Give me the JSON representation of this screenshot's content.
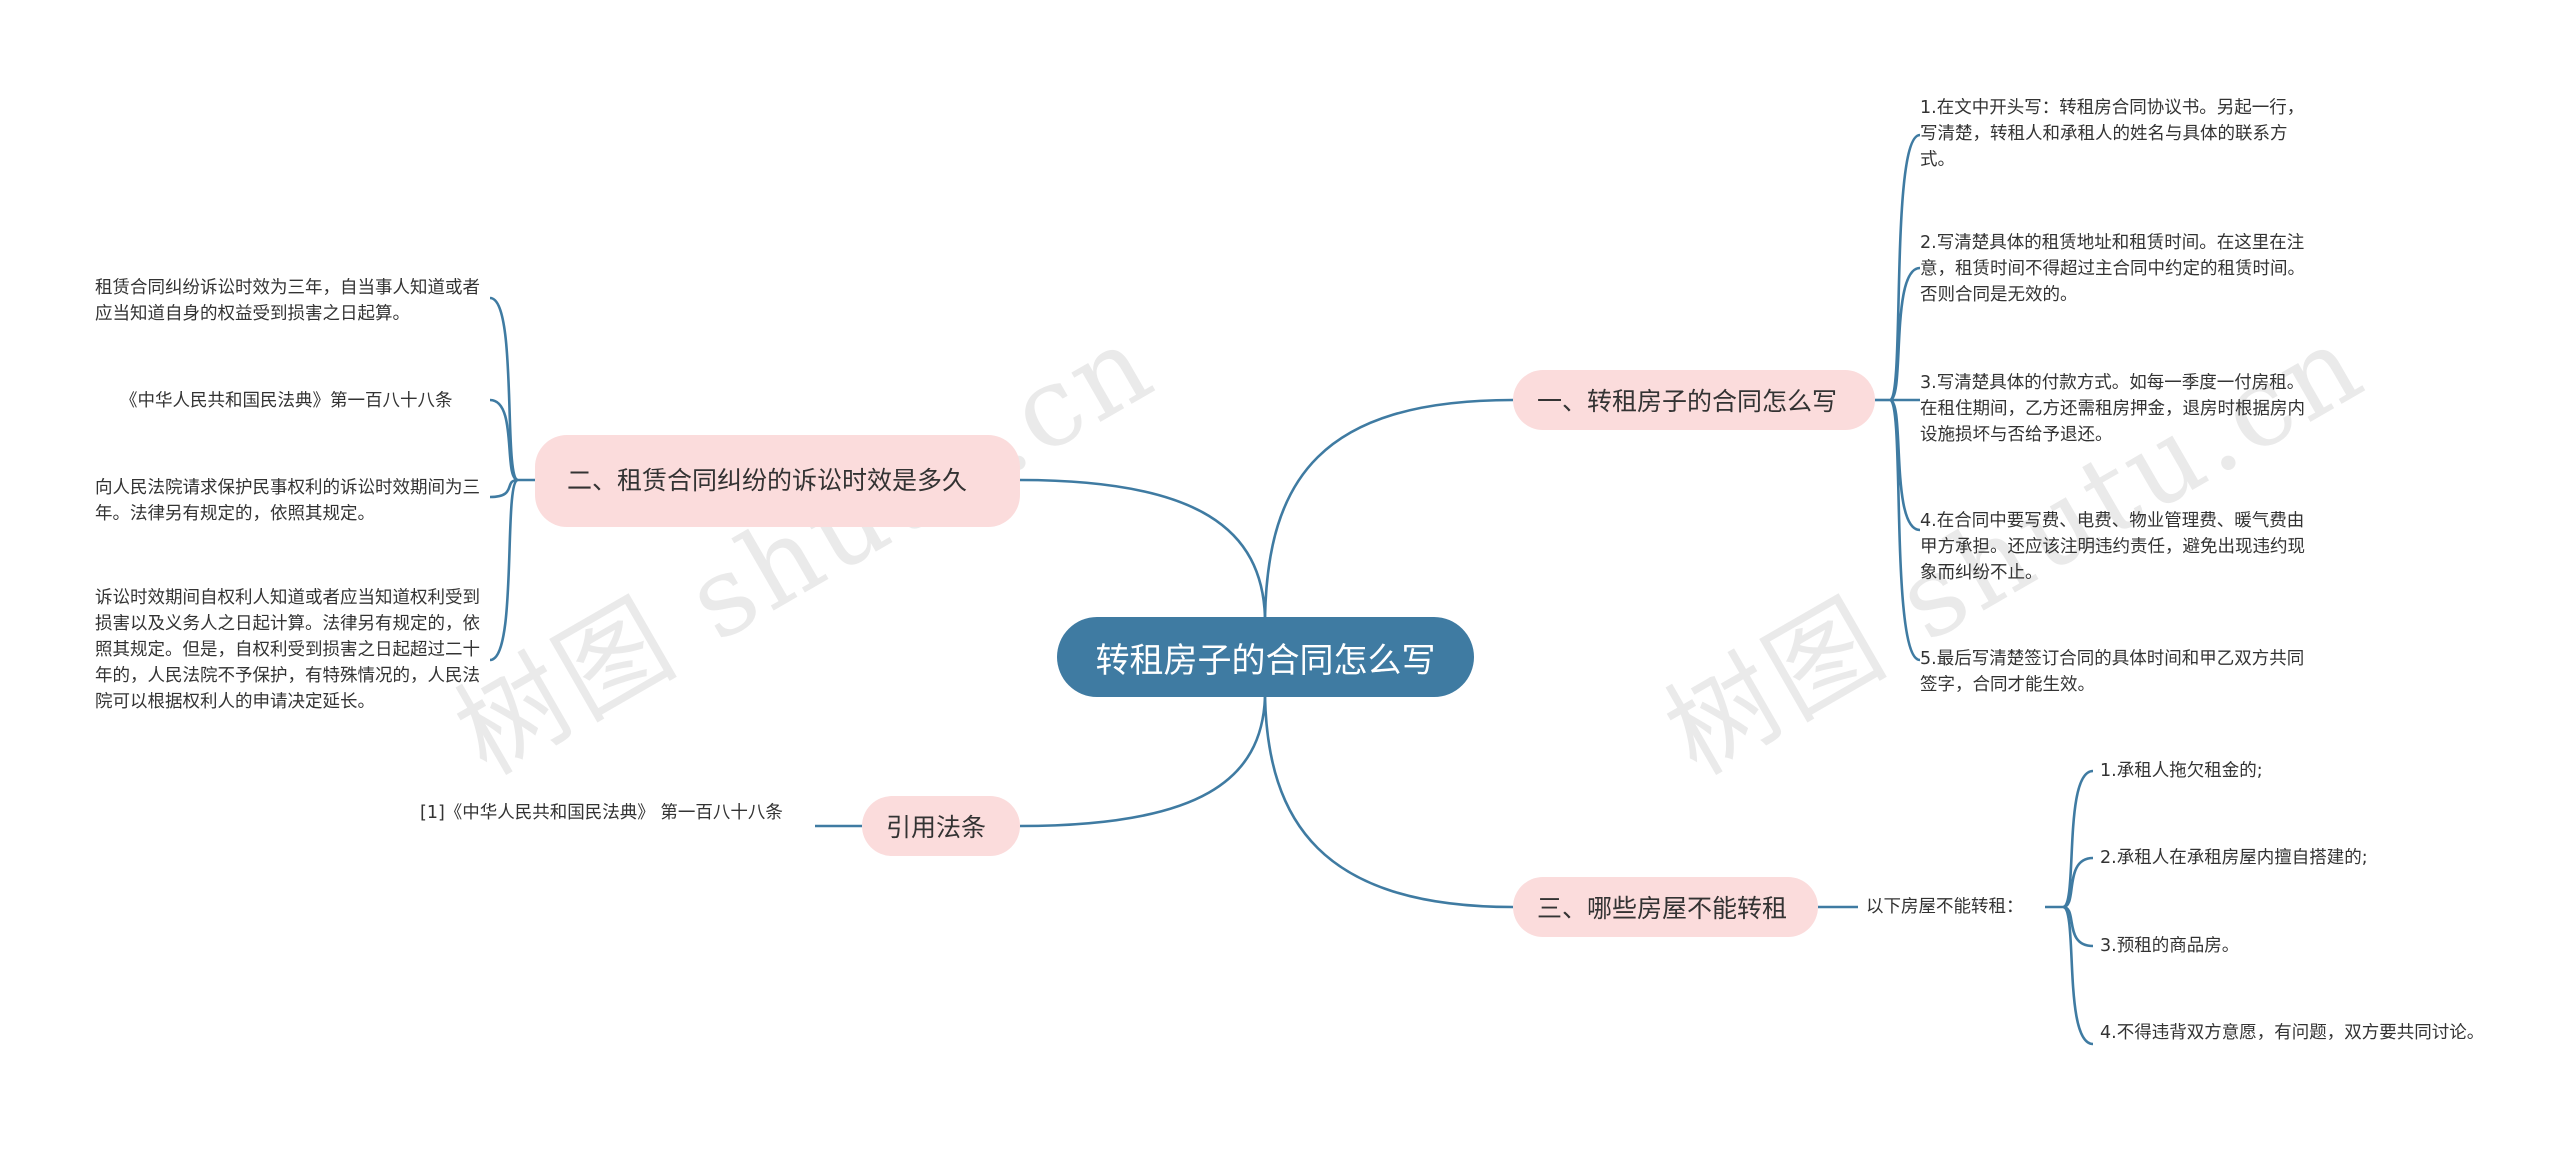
{
  "title": "转租房子的合同怎么写",
  "watermark": "树图 shutu.cn",
  "colors": {
    "root": "#3f7ba2",
    "branch": "#fbdcdc",
    "line": "#3f7ba2"
  },
  "branches": {
    "b1": {
      "label": "一、转租房子的合同怎么写",
      "items": [
        "1.在文中开头写：转租房合同协议书。另起一行，写清楚，转租人和承租人的姓名与具体的联系方式。",
        "2.写清楚具体的租赁地址和租赁时间。在这里在注意，租赁时间不得超过主合同中约定的租赁时间。否则合同是无效的。",
        "3.写清楚具体的付款方式。如每一季度一付房租。在租住期间，乙方还需租房押金，退房时根据房内设施损坏与否给予退还。",
        "4.在合同中要写费、电费、物业管理费、暖气费由甲方承担。还应该注明违约责任，避免出现违约现象而纠纷不止。",
        "5.最后写清楚签订合同的具体时间和甲乙双方共同签字，合同才能生效。"
      ]
    },
    "b2": {
      "label": "二、租赁合同纠纷的诉讼时效是多久",
      "items": [
        "租赁合同纠纷诉讼时效为三年，自当事人知道或者应当知道自身的权益受到损害之日起算。",
        "《中华人民共和国民法典》第一百八十八条",
        "向人民法院请求保护民事权利的诉讼时效期间为三年。法律另有规定的，依照其规定。",
        "诉讼时效期间自权利人知道或者应当知道权利受到损害以及义务人之日起计算。法律另有规定的，依照其规定。但是，自权利受到损害之日起超过二十年的，人民法院不予保护，有特殊情况的，人民法院可以根据权利人的申请决定延长。"
      ]
    },
    "b3": {
      "label": "三、哪些房屋不能转租",
      "sub": "以下房屋不能转租：",
      "items": [
        "1.承租人拖欠租金的;",
        "2.承租人在承租房屋内擅自搭建的;",
        "3.预租的商品房。",
        "4.不得违背双方意愿，有问题，双方要共同讨论。"
      ]
    },
    "b4": {
      "label": "引用法条",
      "items": [
        "[1]《中华人民共和国民法典》 第一百八十八条"
      ]
    }
  }
}
